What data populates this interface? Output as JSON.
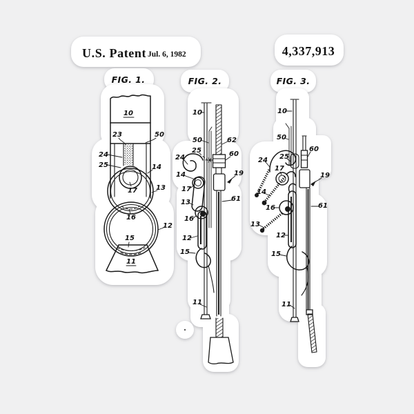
{
  "colors": {
    "background": "#f0f0f1",
    "sticker_white": "#ffffff",
    "ink": "#1a1a1a",
    "shadow": "#8f8f95"
  },
  "header": {
    "patent_label": "U.S. Patent",
    "issue_date": "Jul. 6, 1982",
    "patent_number": "4,337,913"
  },
  "figures": {
    "fig1": {
      "label": "FIG. 1.",
      "parts": {
        "p10": "10",
        "p23": "23",
        "p50": "50",
        "p24": "24",
        "p25": "25",
        "p14": "14",
        "p17": "17",
        "p13": "13",
        "p16": "16",
        "p12": "12",
        "p15": "15",
        "p11": "11"
      }
    },
    "fig2": {
      "label": "FIG. 2.",
      "parts": {
        "p10": "10",
        "p50": "50",
        "p62": "62",
        "p25": "25",
        "p24": "24",
        "p60": "60",
        "p14": "14",
        "p19": "19",
        "p17": "17",
        "p13": "13",
        "p16": "16",
        "p61": "61",
        "p12": "12",
        "p15": "15",
        "p11": "11"
      }
    },
    "fig3": {
      "label": "FIG. 3.",
      "parts": {
        "p10": "10",
        "p50": "50",
        "p60": "60",
        "p25": "25",
        "p24": "24",
        "p17": "17",
        "p14": "14",
        "p16": "16",
        "p13": "13",
        "p12": "12",
        "p15": "15",
        "p61": "61",
        "p19": "19",
        "p11": "11"
      }
    }
  }
}
